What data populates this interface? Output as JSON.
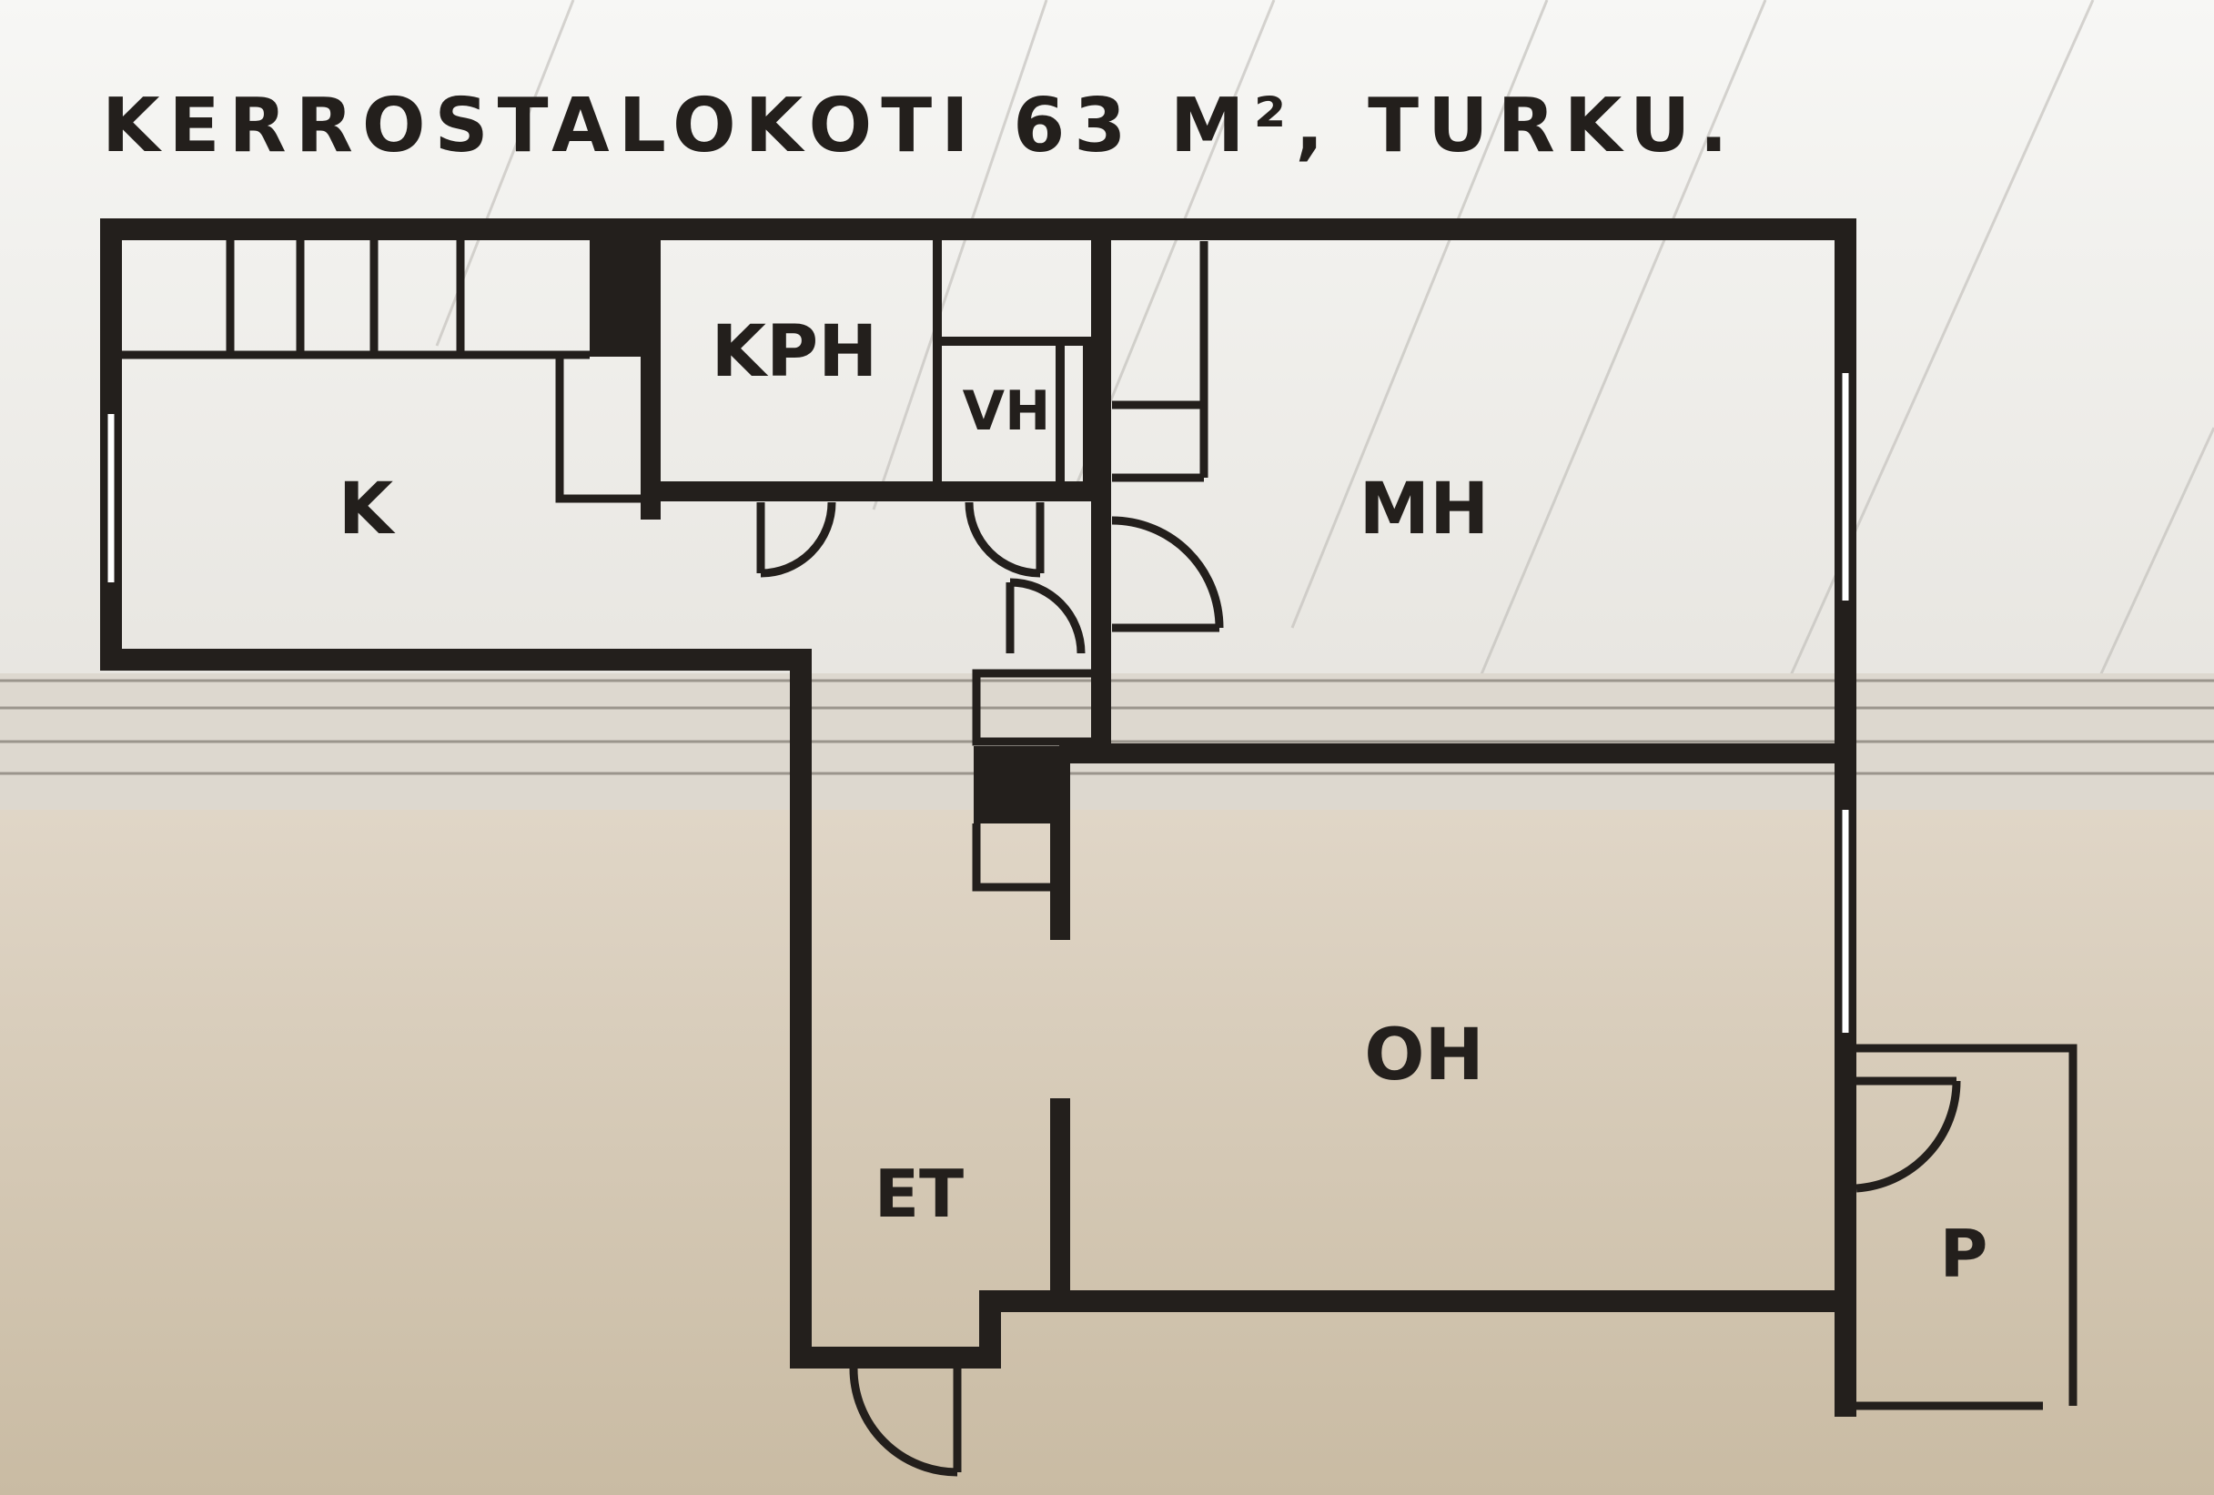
{
  "title": "KERROSTALOKOTI 63 M², TURKU.",
  "rooms": {
    "kph": "KPH",
    "vh": "VH",
    "k": "K",
    "mh": "MH",
    "oh": "OH",
    "et": "ET",
    "p": "P"
  },
  "colors": {
    "wall": "#231f1c",
    "ceiling": "#f4f3f0",
    "wall_band": "#ddd8cf",
    "lower_wall": "#d3c5ae"
  }
}
